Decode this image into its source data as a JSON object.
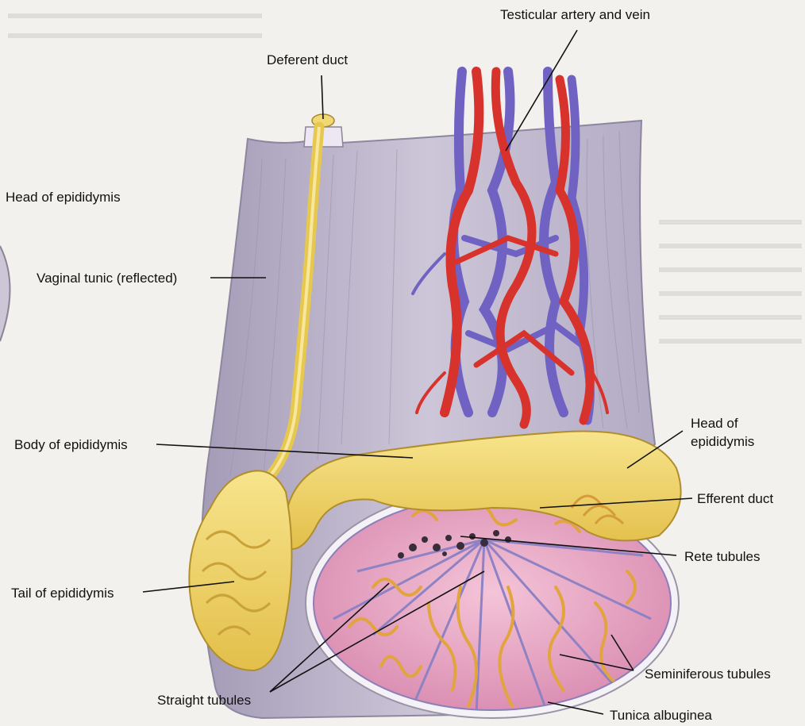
{
  "labels": {
    "testicular_artery_vein": "Testicular artery and vein",
    "deferent_duct": "Deferent duct",
    "head_epididymis_left": "Head of epididymis",
    "vaginal_tunic": "Vaginal tunic (reflected)",
    "body_epididymis": "Body of epididymis",
    "head_epididymis_right_line1": "Head of",
    "head_epididymis_right_line2": "epididymis",
    "efferent_duct": "Efferent duct",
    "rete_tubules": "Rete tubules",
    "tail_epididymis": "Tail of epididymis",
    "seminiferous_tubules": "Seminiferous tubules",
    "straight_tubules": "Straight tubules",
    "tunica_albuginea": "Tunica albuginea"
  },
  "colors": {
    "artery": "#d6312e",
    "vein": "#6d5fc0",
    "tunic": "#b7b0c6",
    "epididymis": "#f0d66a",
    "testis": "#e6a6c2",
    "tubule": "#e8b64a"
  }
}
